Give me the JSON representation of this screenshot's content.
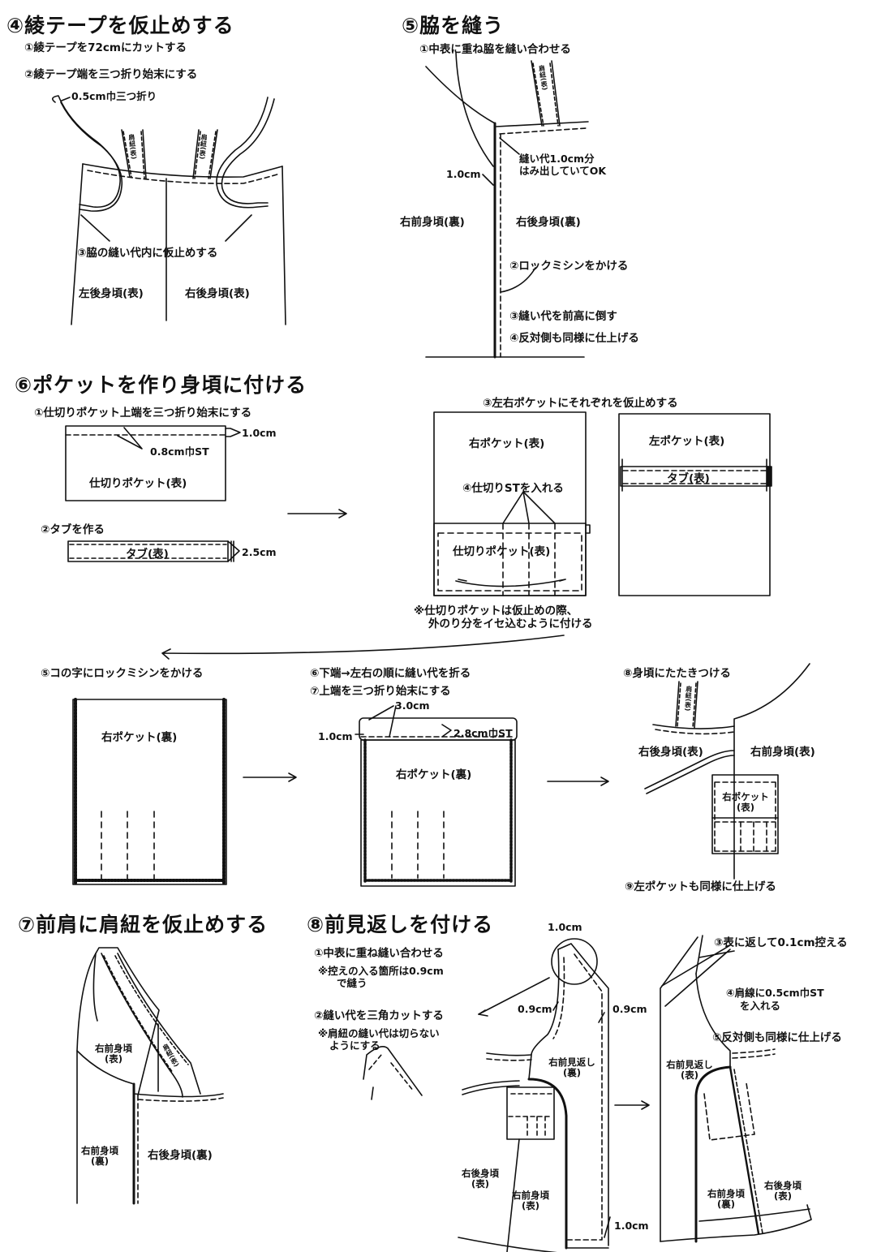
{
  "sections": {
    "s4": {
      "title": "④綾テープを仮止めする",
      "step1": "①綾テープを72cmにカットする",
      "step2": "②綾テープ端を三つ折り始末にする",
      "fold_note": "0.5cm巾三つ折り",
      "step3": "③脇の縫い代内に仮止めする",
      "label_left_back": "左後身頃(表)",
      "label_right_back": "右後身頃(表)",
      "strap_label": "肩紐(表)"
    },
    "s5": {
      "title": "⑤脇を縫う",
      "step1": "①中表に重ね脇を縫い合わせる",
      "note_line1": "縫い代1.0cm分",
      "note_line2": "はみ出していてOK",
      "dim": "1.0cm",
      "label_front": "右前身頃(裏)",
      "label_back": "右後身頃(裏)",
      "step2": "②ロックミシンをかける",
      "step3": "③縫い代を前高に倒す",
      "step4": "④反対側も同様に仕上げる",
      "strap_label": "肩紐(表)"
    },
    "s6": {
      "title": "⑥ポケットを作り身頃に付ける",
      "step1": "①仕切りポケット上端を三つ折り始末にする",
      "dim_1": "1.0cm",
      "dim_st": "0.8cm巾ST",
      "divider_pocket": "仕切りポケット(表)",
      "step2": "②タブを作る",
      "tab_label": "タブ(表)",
      "dim_tab": "2.5cm",
      "step3": "③左右ポケットにそれぞれを仮止めする",
      "right_pocket_front": "右ポケット(表)",
      "left_pocket_front": "左ポケット(表)",
      "step4": "④仕切りSTを入れる",
      "note_line1": "※仕切りポケットは仮止めの際、",
      "note_line2": "外のり分をイセ込むように付ける",
      "step5": "⑤コの字にロックミシンをかける",
      "right_pocket_back": "右ポケット(裏)",
      "step6": "⑥下端→左右の順に縫い代を折る",
      "step7": "⑦上端を三つ折り始末にする",
      "dim_3": "3.0cm",
      "dim_1b": "1.0cm",
      "dim_28": "2.8cm巾ST",
      "step8": "⑧身頃にたたきつける",
      "right_back_front": "右後身頃(表)",
      "right_front_front": "右前身頃(表)",
      "pocket_small_line1": "右ポケット",
      "pocket_small_line2": "(表)",
      "step9": "⑨左ポケットも同様に仕上げる",
      "strap_label": "肩紐(表)"
    },
    "s7": {
      "title": "⑦前肩に肩紐を仮止めする",
      "front_face_line1": "右前身頃",
      "front_face_line2": "(表)",
      "front_back_line1": "右前身頃",
      "front_back_line2": "(裏)",
      "back_back": "右後身頃(裏)",
      "strap_label": "肩紐(表)"
    },
    "s8": {
      "title": "⑧前見返しを付ける",
      "step1": "①中表に重ね縫い合わせる",
      "note1_line1": "※控えの入る箇所は0.9cm",
      "note1_line2": "で縫う",
      "step2": "②縫い代を三角カットする",
      "note2_line1": "※肩紐の縫い代は切らない",
      "note2_line2": "ようにする",
      "dim_top": "1.0cm",
      "dim_09a": "0.9cm",
      "dim_09b": "0.9cm",
      "dim_bottom": "1.0cm",
      "facing_line1": "右前見返し",
      "facing_line2": "(裏)",
      "back_front_line1": "右後身頃",
      "back_front_line2": "(表)",
      "front_front_line1": "右前身頃",
      "front_front_line2": "(表)",
      "step3": "③表に返して0.1cm控える",
      "step4_line1": "④肩線に0.5cm巾ST",
      "step4_line2": "を入れる",
      "step5": "⑤反対側も同様に仕上げる",
      "facing2_line1": "右前見返し",
      "facing2_line2": "(表)",
      "front_back2_line1": "右前身頃",
      "front_back2_line2": "(裏)",
      "back_back2_line1": "右後身頃",
      "back_back2_line2": "(表)"
    }
  },
  "colors": {
    "ink": "#111111",
    "paper": "#ffffff"
  }
}
